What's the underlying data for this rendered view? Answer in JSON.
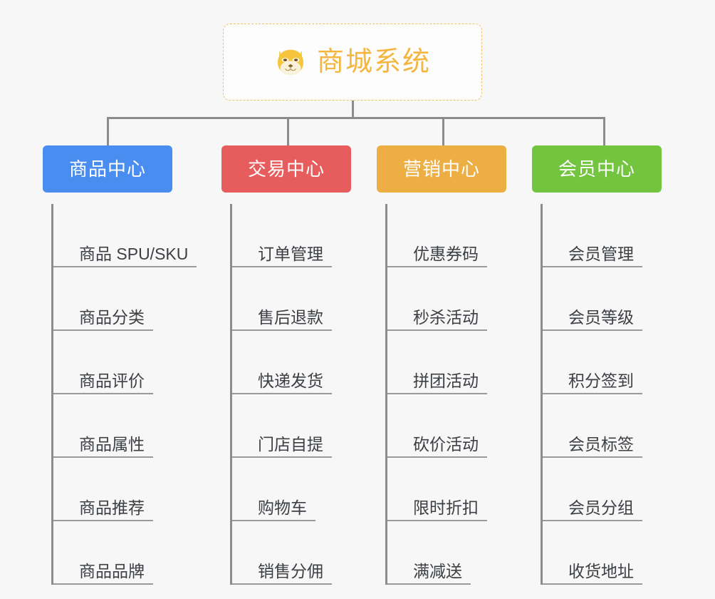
{
  "root": {
    "title": "商城系统",
    "icon": "shiba-dog-face-icon",
    "border_color": "#f0c269",
    "text_color": "#f4b63f"
  },
  "categories": [
    {
      "label": "商品中心",
      "color": "#4A8DF0",
      "items": [
        "商品 SPU/SKU",
        "商品分类",
        "商品评价",
        "商品属性",
        "商品推荐",
        "商品品牌"
      ]
    },
    {
      "label": "交易中心",
      "color": "#E75C5C",
      "items": [
        "订单管理",
        "售后退款",
        "快递发货",
        "门店自提",
        "购物车",
        "销售分佣"
      ]
    },
    {
      "label": "营销中心",
      "color": "#EDAE44",
      "items": [
        "优惠券码",
        "秒杀活动",
        "拼团活动",
        "砍价活动",
        "限时折扣",
        "满减送"
      ]
    },
    {
      "label": "会员中心",
      "color": "#73C53F",
      "items": [
        "会员管理",
        "会员等级",
        "积分签到",
        "会员标签",
        "会员分组",
        "收货地址"
      ]
    }
  ],
  "connector_color": "#8c8c8c",
  "background_color": "#f7f7f7"
}
